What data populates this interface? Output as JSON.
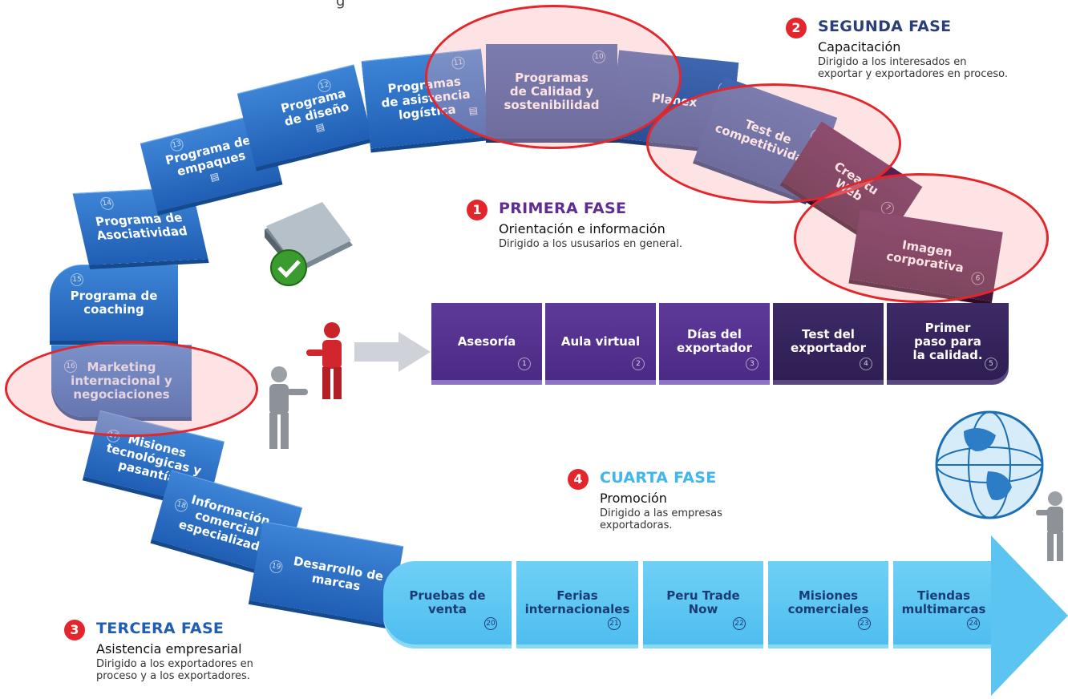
{
  "top_cut_text": "g",
  "phases": {
    "primera": {
      "num": "1",
      "title": "PRIMERA FASE",
      "subtitle": "Orientación e información",
      "desc": "Dirigido a los ususarios en general.",
      "color": "#5f2d91"
    },
    "segunda": {
      "num": "2",
      "title": "SEGUNDA FASE",
      "subtitle": "Capacitación",
      "desc": "Dirigido a los interesados en\nexportar y exportadores en proceso.",
      "color": "#2a3f7a"
    },
    "tercera": {
      "num": "3",
      "title": "TERCERA FASE",
      "subtitle": "Asistencia empresarial",
      "desc": "Dirigido a los exportadores en\nproceso y a los exportadores.",
      "color": "#1f5eb4"
    },
    "cuarta": {
      "num": "4",
      "title": "CUARTA FASE",
      "subtitle": "Promoción",
      "desc": "Dirigido a las empresas\nexportadoras.",
      "color": "#3fb7ea"
    }
  },
  "steps": [
    {
      "num": "1",
      "label": "Asesoría"
    },
    {
      "num": "2",
      "label": "Aula virtual"
    },
    {
      "num": "3",
      "label": "Días del\nexportador"
    },
    {
      "num": "4",
      "label": "Test del\nexportador"
    },
    {
      "num": "5",
      "label": "Primer\npaso para\nla calidad."
    },
    {
      "num": "6",
      "label": "Imagen\ncorporativa"
    },
    {
      "num": "7",
      "label": "Crea tu\nWeb"
    },
    {
      "num": "8",
      "label": "Test de\ncompetitividad"
    },
    {
      "num": "9",
      "label": "Planex"
    },
    {
      "num": "10",
      "label": "Programas\nde Calidad y\nsostenibilidad"
    },
    {
      "num": "11",
      "label": "Programas\nde asistencia\nlogística"
    },
    {
      "num": "12",
      "label": "Programa\nde diseño"
    },
    {
      "num": "13",
      "label": "Programa de\nempaques"
    },
    {
      "num": "14",
      "label": "Programa de\nAsociatividad"
    },
    {
      "num": "15",
      "label": "Programa de\ncoaching"
    },
    {
      "num": "16",
      "label": "Marketing\ninternacional y\nnegociaciones"
    },
    {
      "num": "17",
      "label": "Misiones\ntecnológicas y\npasantías"
    },
    {
      "num": "18",
      "label": "Información\ncomercial\nespecializada"
    },
    {
      "num": "19",
      "label": "Desarrollo de\nmarcas"
    },
    {
      "num": "20",
      "label": "Pruebas de\nventa"
    },
    {
      "num": "21",
      "label": "Ferias\ninternacionales"
    },
    {
      "num": "22",
      "label": "Peru Trade\nNow"
    },
    {
      "num": "23",
      "label": "Misiones\ncomerciales"
    },
    {
      "num": "24",
      "label": "Tiendas\nmultimarcas"
    }
  ],
  "doc_glyph": "▤",
  "colors": {
    "highlight": "#e3262c",
    "arrow": "#cfd3d9"
  }
}
